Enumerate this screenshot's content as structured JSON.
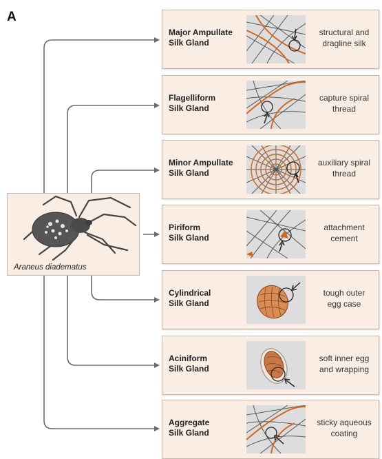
{
  "panel_label": "A",
  "species": "Araneus diadematus",
  "glands": [
    {
      "name_line1": "Major Ampullate",
      "name_line2": "Silk Gland",
      "function_line1": "structural and",
      "function_line2": "dragline silk",
      "thumbnail": "web-dragline-icon"
    },
    {
      "name_line1": "Flagelliform",
      "name_line2": "Silk Gland",
      "function_line1": "capture spiral",
      "function_line2": "thread",
      "thumbnail": "web-capture-spiral-icon"
    },
    {
      "name_line1": "Minor Ampullate",
      "name_line2": "Silk Gland",
      "function_line1": "auxiliary spiral",
      "function_line2": "thread",
      "thumbnail": "orb-web-icon"
    },
    {
      "name_line1": "Piriform",
      "name_line2": "Silk Gland",
      "function_line1": "attachment",
      "function_line2": "cement",
      "thumbnail": "web-attachment-icon"
    },
    {
      "name_line1": "Cylindrical",
      "name_line2": "Silk Gland",
      "function_line1": "tough outer",
      "function_line2": "egg case",
      "thumbnail": "egg-case-icon"
    },
    {
      "name_line1": "Aciniform",
      "name_line2": "Silk Gland",
      "function_line1": "soft inner egg",
      "function_line2": "and wrapping",
      "thumbnail": "egg-wrapping-icon"
    },
    {
      "name_line1": "Aggregate",
      "name_line2": "Silk Gland",
      "function_line1": "sticky aqueous",
      "function_line2": "coating",
      "thumbnail": "web-sticky-droplet-icon"
    }
  ],
  "colors": {
    "panel_bg": "#faeee4",
    "panel_border": "#c9b7a6",
    "connector": "#6b6b6b",
    "silk_highlight": "#d2691e",
    "web_line": "#555555",
    "thumb_bg": "#dddddd"
  }
}
